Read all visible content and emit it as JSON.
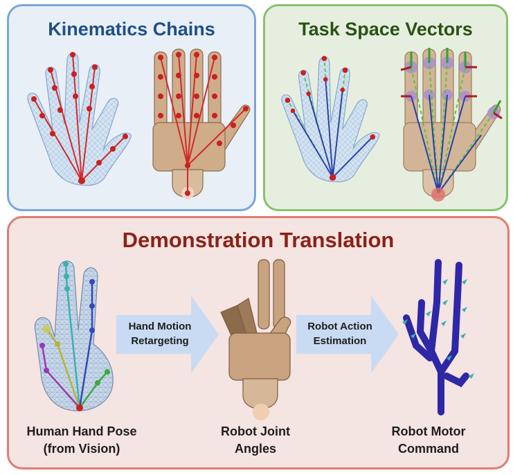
{
  "panels": {
    "kinematics": {
      "title": "Kinematics Chains"
    },
    "task_space": {
      "title": "Task Space Vectors"
    },
    "translation": {
      "title": "Demonstration Translation",
      "arrows": {
        "retargeting": {
          "line1": "Hand Motion",
          "line2": "Retargeting"
        },
        "estimation": {
          "line1": "Robot Action",
          "line2": "Estimation"
        }
      },
      "captions": {
        "human_pose": {
          "line1": "Human Hand Pose",
          "line2": "(from Vision)"
        },
        "joint_angles": {
          "line1": "Robot Joint",
          "line2": "Angles"
        },
        "motor_command": {
          "line1": "Robot Motor",
          "line2": "Command"
        }
      }
    }
  },
  "colors": {
    "kinematics_border": "#7aa6d8",
    "task_space_border": "#86c26f",
    "translation_border": "#e07c70",
    "chain_red": "#d12a2a",
    "vector_blue": "#2b3fa8",
    "vector_green": "#57c43a",
    "robot_tan": "#c9a27f",
    "motor_navy": "#2e27a6",
    "mesh_blue": "#b9d2ea"
  },
  "icons": {
    "human_hand": "hand-mesh-icon",
    "robot_hand": "robot-hand-icon",
    "motor_tree": "motor-skeleton-icon"
  }
}
